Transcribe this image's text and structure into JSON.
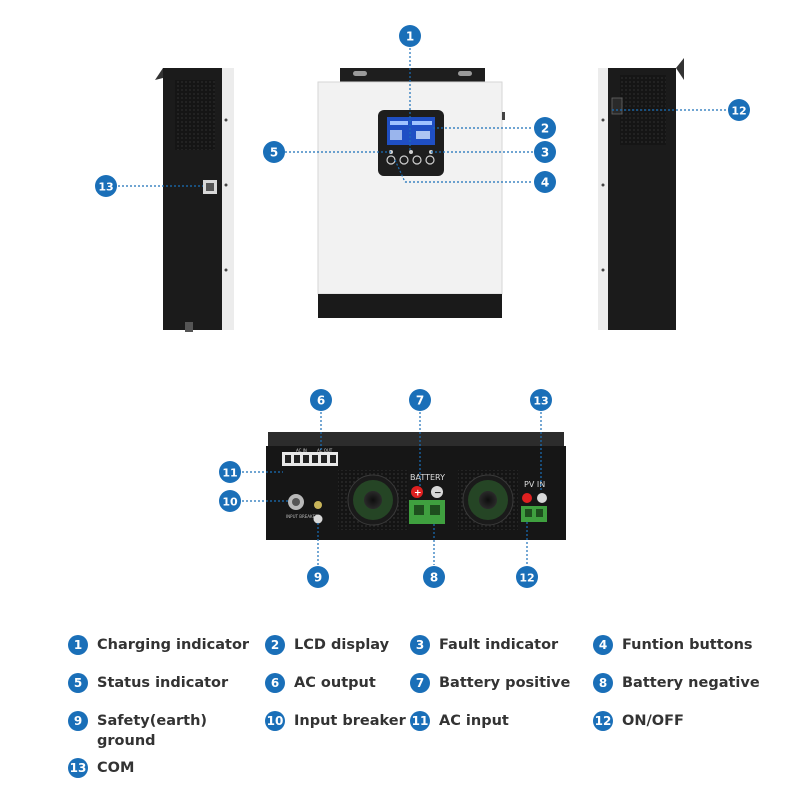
{
  "colors": {
    "callout": "#1a6fb8",
    "dash": "#1a6fb8",
    "panel_black": "#1a1a1a",
    "body_white": "#f0f0f0"
  },
  "callouts": [
    {
      "id": "c1",
      "num": "1"
    },
    {
      "id": "c2",
      "num": "2"
    },
    {
      "id": "c3",
      "num": "3"
    },
    {
      "id": "c4",
      "num": "4"
    },
    {
      "id": "c5",
      "num": "5"
    },
    {
      "id": "c13a",
      "num": "13"
    },
    {
      "id": "c12a",
      "num": "12"
    },
    {
      "id": "c6",
      "num": "6"
    },
    {
      "id": "c7",
      "num": "7"
    },
    {
      "id": "c13b",
      "num": "13"
    },
    {
      "id": "c11",
      "num": "11"
    },
    {
      "id": "c10",
      "num": "10"
    },
    {
      "id": "c9",
      "num": "9"
    },
    {
      "id": "c8",
      "num": "8"
    },
    {
      "id": "c12b",
      "num": "12"
    }
  ],
  "panel_labels": {
    "ac_in": "AC IN",
    "ac_out": "AC OUT",
    "battery": "BATTERY",
    "pv_in": "PV IN",
    "input_breaker": "INPUT BREAKER",
    "plus": "+",
    "minus": "−"
  },
  "legend": [
    {
      "num": "1",
      "label": "Charging indicator"
    },
    {
      "num": "2",
      "label": "LCD display"
    },
    {
      "num": "3",
      "label": "Fault indicator"
    },
    {
      "num": "4",
      "label": "Funtion buttons"
    },
    {
      "num": "5",
      "label": "Status indicator"
    },
    {
      "num": "6",
      "label": "AC output"
    },
    {
      "num": "7",
      "label": "Battery positive"
    },
    {
      "num": "8",
      "label": "Battery negative"
    },
    {
      "num": "9",
      "label": "Safety(earth) ground"
    },
    {
      "num": "10",
      "label": "Input breaker"
    },
    {
      "num": "11",
      "label": "AC input"
    },
    {
      "num": "12",
      "label": "ON/OFF"
    },
    {
      "num": "13",
      "label": "COM"
    }
  ]
}
